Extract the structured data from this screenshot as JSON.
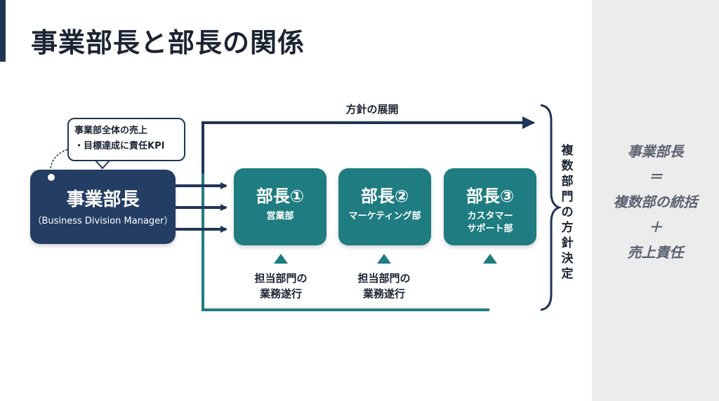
{
  "title": "事業部長と部長の関係",
  "callout": {
    "line1": "事業部全体の売上",
    "line2": "・目標達成に責任KPI"
  },
  "division_manager": {
    "title": "事業部長",
    "subtitle": "（Business Division Manager）"
  },
  "managers": [
    {
      "title": "部長①",
      "dept": "営業部"
    },
    {
      "title": "部長②",
      "dept": "マーケティング部"
    },
    {
      "title": "部長③",
      "dept": "カスタマー\nサポート部"
    }
  ],
  "policy_label": "方針の展開",
  "execution_label": "担当部門の\n業務遂行",
  "vertical_label": "複数部門の方針決定",
  "summary": {
    "line1": "事業部長",
    "line2": "＝",
    "line3": "複数部の統括",
    "line4": "＋",
    "line5": "売上責任"
  },
  "colors": {
    "navy": "#233d63",
    "teal": "#1f7c80"
  }
}
